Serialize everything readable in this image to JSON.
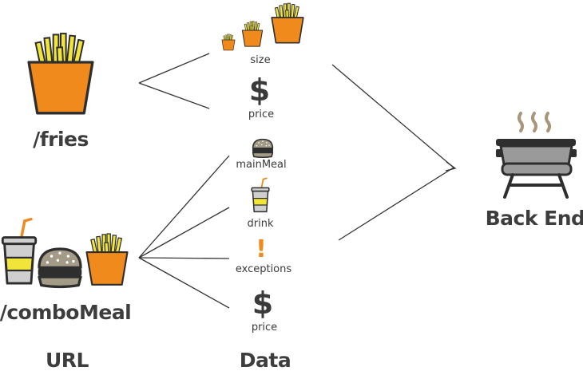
{
  "groups": {
    "url_heading": "URL",
    "data_heading": "Data",
    "backend_label": "Back End"
  },
  "endpoints": [
    {
      "path": "/fries"
    },
    {
      "path": "/comboMeal"
    }
  ],
  "fries_fields": [
    {
      "label": "size",
      "icon": "fries-sizes-icon"
    },
    {
      "label": "price",
      "icon": "dollar-icon",
      "glyph": "$"
    }
  ],
  "combo_fields": [
    {
      "label": "mainMeal",
      "icon": "burger-icon"
    },
    {
      "label": "drink",
      "icon": "drink-cup-icon"
    },
    {
      "label": "exceptions",
      "icon": "exclamation-icon",
      "glyph": "!"
    },
    {
      "label": "price",
      "icon": "dollar-icon",
      "glyph": "$"
    }
  ],
  "colors": {
    "fries_box": "#f08a1c",
    "fries_stick": "#f2e53a",
    "outline": "#2e2e2e",
    "drink_fill": "#f2e53a",
    "cup": "#cfcfcf",
    "bun": "#a39a87",
    "grill": "#9a9a9a",
    "steam": "#a8957a",
    "line": "#333333"
  }
}
